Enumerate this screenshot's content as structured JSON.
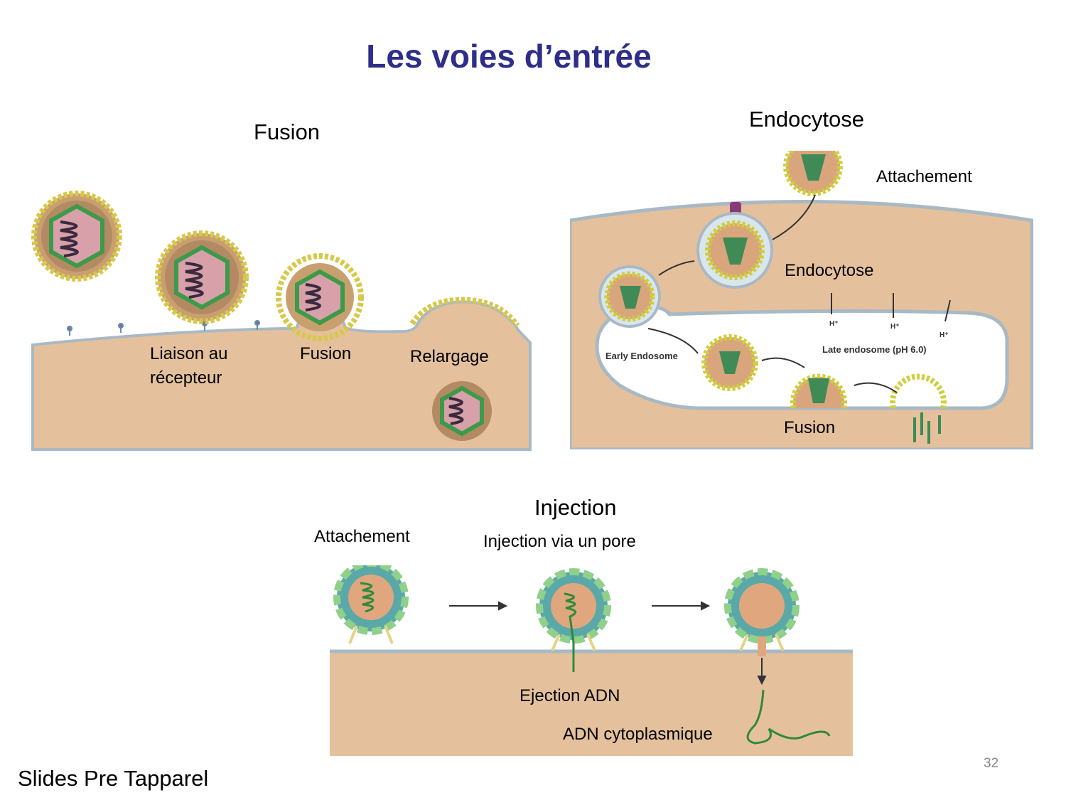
{
  "slide": {
    "title": "Les voies d’entrée",
    "page_number": "32",
    "credit": "Slides Pre Tapparel"
  },
  "fusion": {
    "heading": "Fusion",
    "step1": "Liaison au",
    "step1b": "récepteur",
    "step2": "Fusion",
    "step3": "Relargage"
  },
  "endocytose": {
    "heading": "Endocytose",
    "attach": "Attachement",
    "endo": "Endocytose",
    "early": "Early Endosome",
    "late": "Late endosome (pH 6.0)",
    "hplus": "H⁺",
    "fusion": "Fusion"
  },
  "injection": {
    "heading": "Injection",
    "attach": "Attachement",
    "pore": "Injection via un pore",
    "eject": "Ejection ADN",
    "cyto": "ADN cytoplasmique"
  },
  "colors": {
    "title": "#2e2e8a",
    "cytoplasm": "#e4c19c",
    "membrane": "#a9b9c4",
    "dna": "#2f8a3a",
    "capsid": "#6bbf8c"
  }
}
